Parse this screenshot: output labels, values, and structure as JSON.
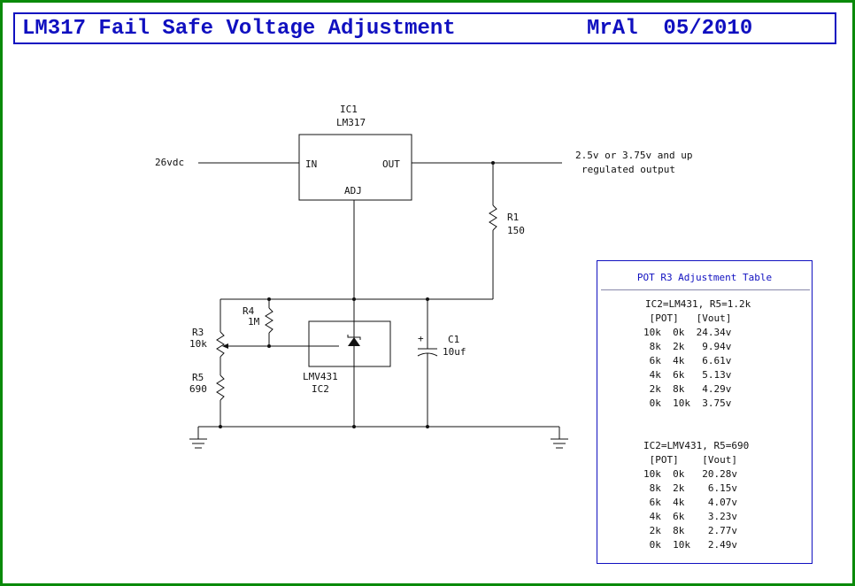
{
  "header": {
    "title": "LM317 Fail Safe Voltage Adjustment",
    "author_date": "MrAl  05/2010"
  },
  "colors": {
    "frame": "#0a8a0a",
    "accent": "#1010c0",
    "wire": "#111111"
  },
  "schematic": {
    "ic1": {
      "ref": "IC1",
      "part": "LM317",
      "pin_in": "IN",
      "pin_out": "OUT",
      "pin_adj": "ADJ"
    },
    "input_label": "26vdc",
    "output_label_1": "2.5v or 3.75v and up",
    "output_label_2": "regulated output",
    "r1": {
      "ref": "R1",
      "value": "150"
    },
    "r3": {
      "ref": "R3",
      "value": "10k"
    },
    "r4": {
      "ref": "R4",
      "value": "1M"
    },
    "r5": {
      "ref": "R5",
      "value": "690"
    },
    "c1": {
      "ref": "C1",
      "value": "10uf",
      "polarity": "+"
    },
    "ic2": {
      "part": "LMV431",
      "ref": "IC2"
    }
  },
  "adjust_table": {
    "title": "POT R3 Adjustment Table",
    "sections": [
      {
        "heading": "IC2=LM431, R5=1.2k",
        "columns": " [POT]   [Vout]",
        "rows": [
          "10k  0k  24.34v",
          " 8k  2k   9.94v",
          " 6k  4k   6.61v",
          " 4k  6k   5.13v",
          " 2k  8k   4.29v",
          " 0k  10k  3.75v"
        ]
      },
      {
        "heading": "IC2=LMV431, R5=690",
        "columns": " [POT]    [Vout]",
        "rows": [
          "10k  0k   20.28v",
          " 8k  2k    6.15v",
          " 6k  4k    4.07v",
          " 4k  6k    3.23v",
          " 2k  8k    2.77v",
          " 0k  10k   2.49v"
        ]
      }
    ]
  }
}
